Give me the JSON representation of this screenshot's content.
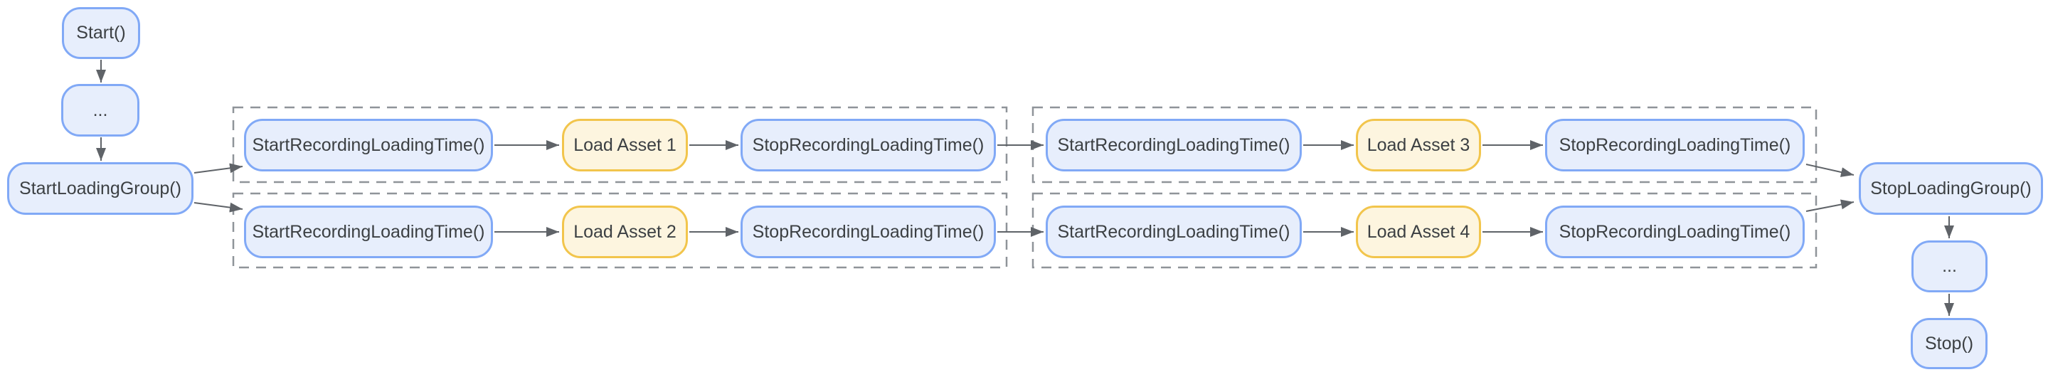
{
  "colors": {
    "node_fill": "#e7eefc",
    "node_border": "#81a9f6",
    "asset_fill": "#fdf5df",
    "asset_border": "#f2c54c",
    "frame_border": "#8f9499",
    "arrow_color": "#5f6368",
    "text_color": "#3c4043",
    "background": "#ffffff"
  },
  "flow": {
    "entry": {
      "start": "Start()",
      "ellipsis": "...",
      "start_loading_group": "StartLoadingGroup()"
    },
    "group1": {
      "lane1": {
        "start": "StartRecordingLoadingTime()",
        "asset": "Load Asset 1",
        "stop": "StopRecordingLoadingTime()"
      },
      "lane2": {
        "start": "StartRecordingLoadingTime()",
        "asset": "Load Asset 2",
        "stop": "StopRecordingLoadingTime()"
      }
    },
    "group2": {
      "lane1": {
        "start": "StartRecordingLoadingTime()",
        "asset": "Load Asset 3",
        "stop": "StopRecordingLoadingTime()"
      },
      "lane2": {
        "start": "StartRecordingLoadingTime()",
        "asset": "Load Asset 4",
        "stop": "StopRecordingLoadingTime()"
      }
    },
    "exit": {
      "stop_loading_group": "StopLoadingGroup()",
      "ellipsis": "...",
      "stop": "Stop()"
    }
  }
}
